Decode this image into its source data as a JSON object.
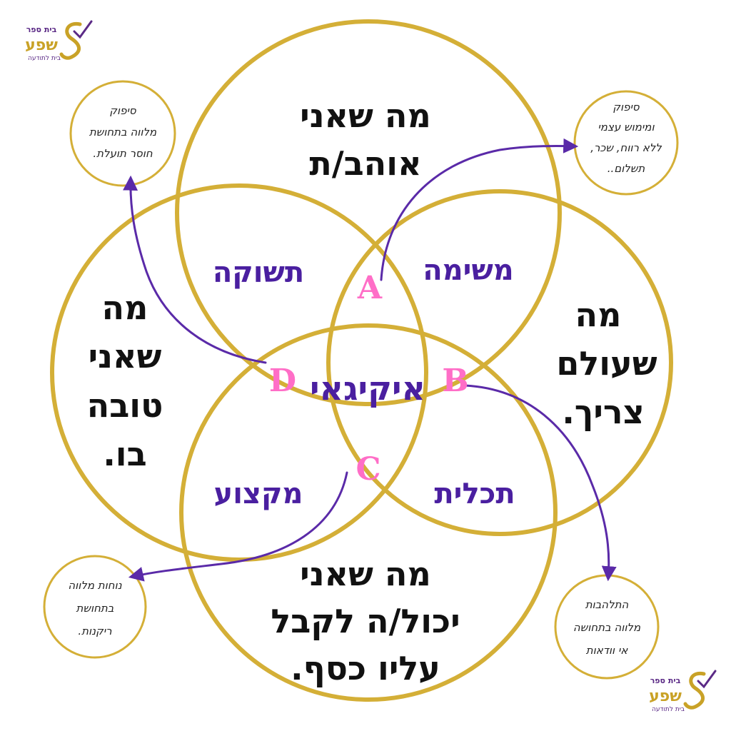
{
  "colors": {
    "gold": "#d4af37",
    "gold_dark": "#b8901f",
    "purple": "#4a1fa0",
    "arrow": "#5a2aa8",
    "pink": "#ff6ec7",
    "text": "#111111"
  },
  "logo": {
    "brand_top": "בית ספר",
    "brand_name": "שפע",
    "tagline": "בית לתודעה",
    "mark_icon": "s-check-logo-icon"
  },
  "circles": {
    "top": [
      "מה שאני",
      "אוהב/ת"
    ],
    "right": [
      "מה",
      "שעולם",
      "צריך."
    ],
    "bottom": [
      "מה שאני",
      "יכול/ה לקבל",
      "עליו כסף."
    ],
    "left": [
      "מה",
      "שאני",
      "טובה",
      "בו."
    ]
  },
  "overlaps": {
    "top_left": "תשוקה",
    "top_right": "משימה",
    "bottom_right": "תכלית",
    "bottom_left": "מקצוע"
  },
  "center_label": "איקיגאי",
  "letters": {
    "a": "A",
    "b": "B",
    "c": "C",
    "d": "D"
  },
  "notes": {
    "top_left": [
      "סיפוק",
      "מלווה בתחושת",
      "חוסר תועלת."
    ],
    "top_right": [
      "סיפוק",
      "ומימוש עצמי",
      "ללא רווח, שכר,",
      "תשלום.."
    ],
    "bottom_left": [
      "נוחות מלווה",
      "בתחושת",
      "ריקנות."
    ],
    "bottom_right": [
      "התלהבות",
      "מלווה בתחושה",
      "אי וודאות"
    ]
  }
}
